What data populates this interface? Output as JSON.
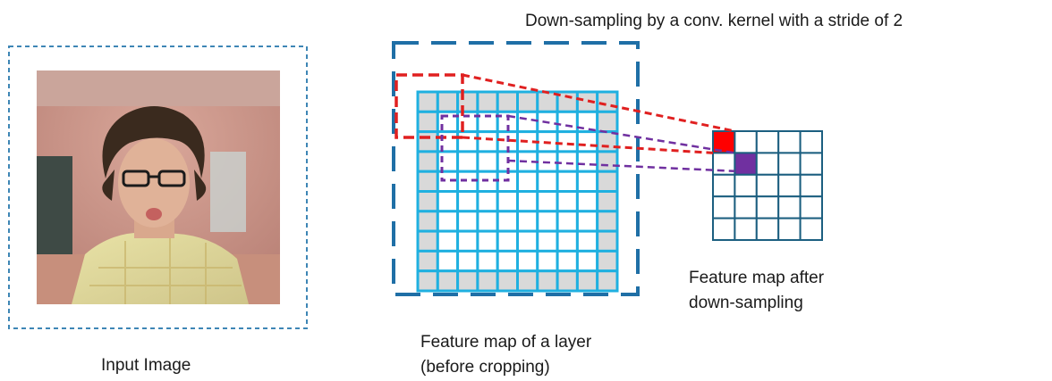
{
  "title": "Down-sampling by a conv. kernel with a stride of 2",
  "input_image": {
    "label": "Input Image"
  },
  "feature_map": {
    "label": "Feature map of a layer\n(before cropping)",
    "grid_size": 10,
    "padding_cell_color": "#d9d9d9",
    "inner_cell_color": "#ffffff",
    "grid_line_color": "#1fb0e0",
    "crop_border_color": "#1f6fa6"
  },
  "downsampled_map": {
    "label": "Feature map after\ndown-sampling",
    "grid_size": 5,
    "grid_line_color": "#1c5f80",
    "highlight_first_color": "#ff0000",
    "highlight_second_color": "#7030a0"
  },
  "kernels": [
    {
      "name": "first-kernel",
      "color": "#e02020"
    },
    {
      "name": "second-kernel",
      "color": "#7030a0"
    }
  ],
  "colors": {
    "input_border": "#3e86b5",
    "background": "#ffffff"
  }
}
